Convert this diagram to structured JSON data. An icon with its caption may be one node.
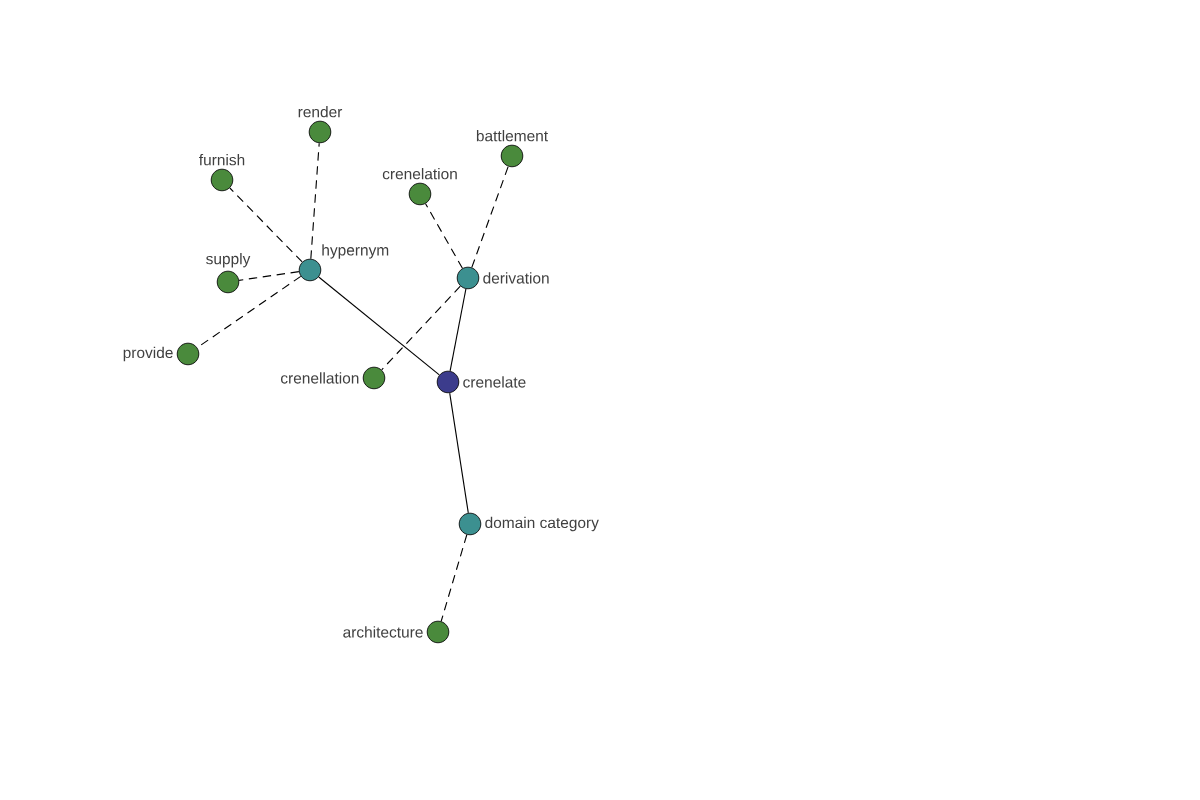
{
  "diagram": {
    "nodes": [
      {
        "text": [
          "render"
        ]
      },
      {
        "text": [
          "battlement"
        ]
      },
      {
        "text": [
          "furnish"
        ]
      },
      {
        "text": [
          "crenelation"
        ]
      },
      {
        "text": [
          "hypernym"
        ]
      },
      {
        "text": [
          "derivation"
        ]
      },
      {
        "text": [
          "supply"
        ]
      },
      {
        "text": [
          "provide"
        ]
      },
      {
        "text": [
          "crenellation"
        ]
      },
      {
        "text": [
          "crenelate"
        ]
      },
      {
        "text": [
          "domain category"
        ]
      },
      {
        "text": [
          "architecture"
        ]
      }
    ],
    "edges": [
      {
        "from": 9,
        "to": 4,
        "arrow": "none"
      },
      {
        "from": 9,
        "to": 5,
        "arrow": "none"
      },
      {
        "from": 9,
        "to": 10,
        "arrow": "none"
      },
      {
        "from": 4,
        "to": 0,
        "arrow": "none",
        "style": "dashed"
      },
      {
        "from": 4,
        "to": 2,
        "arrow": "none",
        "style": "dashed"
      },
      {
        "from": 4,
        "to": 6,
        "arrow": "none",
        "style": "dashed"
      },
      {
        "from": 4,
        "to": 7,
        "arrow": "none",
        "style": "dashed"
      },
      {
        "from": 5,
        "to": 3,
        "arrow": "none",
        "style": "dashed"
      },
      {
        "from": 5,
        "to": 1,
        "arrow": "none",
        "style": "dashed"
      },
      {
        "from": 5,
        "to": 8,
        "arrow": "none",
        "style": "dashed"
      },
      {
        "from": 10,
        "to": 11,
        "arrow": "none",
        "style": "dashed"
      }
    ]
  }
}
